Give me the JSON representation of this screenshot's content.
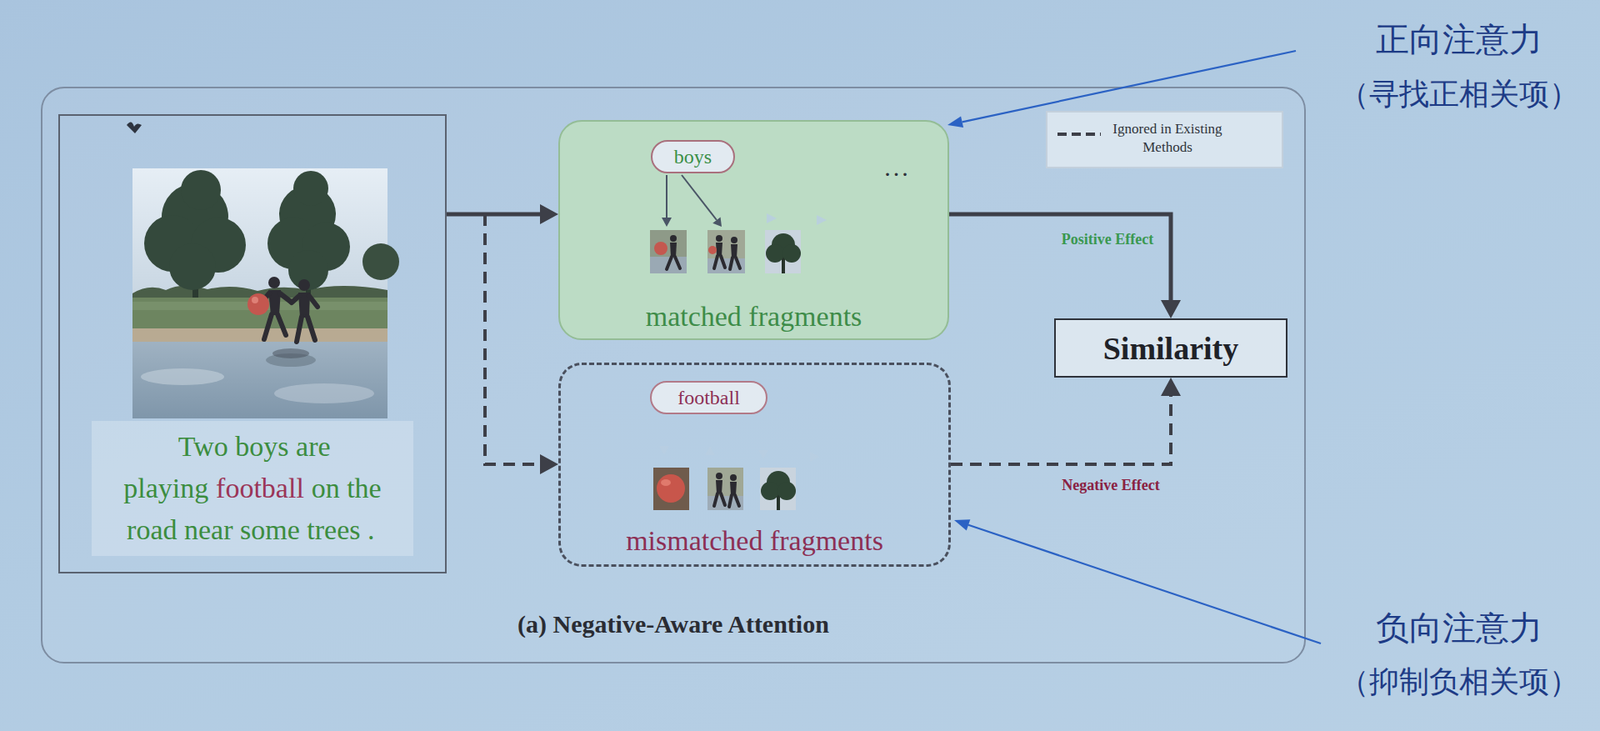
{
  "diagram": {
    "nodes": [
      {
        "text": [
          "(a) Negative-Aware Attention"
        ]
      },
      {
        "text": [
          "Two boys are playing",
          "football",
          "on the road near some trees ."
        ],
        "in": 0
      },
      {
        "text": [
          "matched fragments"
        ],
        "in": 0
      },
      {
        "text": [
          "boys"
        ],
        "in": 2
      },
      {
        "text": [
          "mismatched fragments"
        ],
        "in": 0
      },
      {
        "text": [
          "football"
        ],
        "in": 4
      },
      {
        "text": [
          "Similarity"
        ],
        "in": 0
      }
    ],
    "edges": [
      {
        "from": 1,
        "to": 2,
        "arrow": "to"
      },
      {
        "from": 1,
        "to": 4,
        "arrow": "to"
      },
      {
        "from": 2,
        "to": 6,
        "label": "Positive Effect",
        "arrow": "to"
      },
      {
        "from": 4,
        "to": 6,
        "label": "Negative Effect",
        "arrow": "to"
      }
    ],
    "labels": [
      "...",
      "正向注意力",
      "（寻找正相关项）",
      "负向注意力",
      "（抑制负相关项）"
    ],
    "legend": [
      {
        "text": "Ignored in Existing Methods"
      }
    ]
  }
}
